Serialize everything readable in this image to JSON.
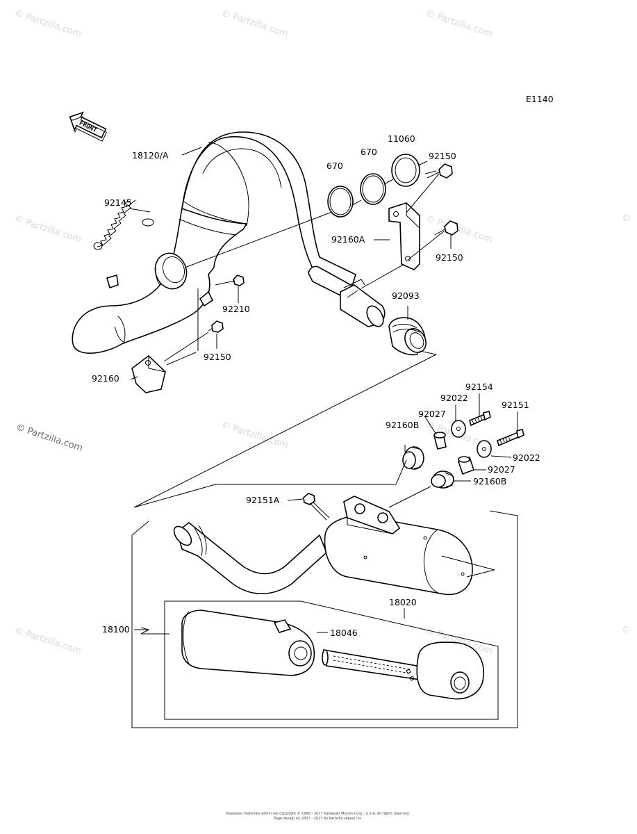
{
  "diagram_code": "E1140",
  "front_arrow_text": "FRONT",
  "watermark_text": "© Partzilla.com",
  "footer_lines": [
    "Kawasaki materials within are copyright © 1998 - 2017 Kawasaki Motors Corp., U.S.A. All rights reserved.",
    "Page design (c) 2007 - 2017 by Partzilla (Apex) Inc."
  ],
  "labels": {
    "l18120a": "18120/A",
    "l670a": "670",
    "l670b": "670",
    "l11060": "11060",
    "l92150a": "92150",
    "l92145": "92145",
    "l92160a": "92160A",
    "l92150b": "92150",
    "l92210": "92210",
    "l92093": "92093",
    "l92150c": "92150",
    "l92160": "92160",
    "l92154": "92154",
    "l92022a": "92022",
    "l92151": "92151",
    "l92027a": "92027",
    "l92160b1": "92160B",
    "l92022b": "92022",
    "l92027b": "92027",
    "l92160b2": "92160B",
    "l92151a": "92151A",
    "l18020": "18020",
    "l18100": "18100",
    "l18046": "18046"
  }
}
